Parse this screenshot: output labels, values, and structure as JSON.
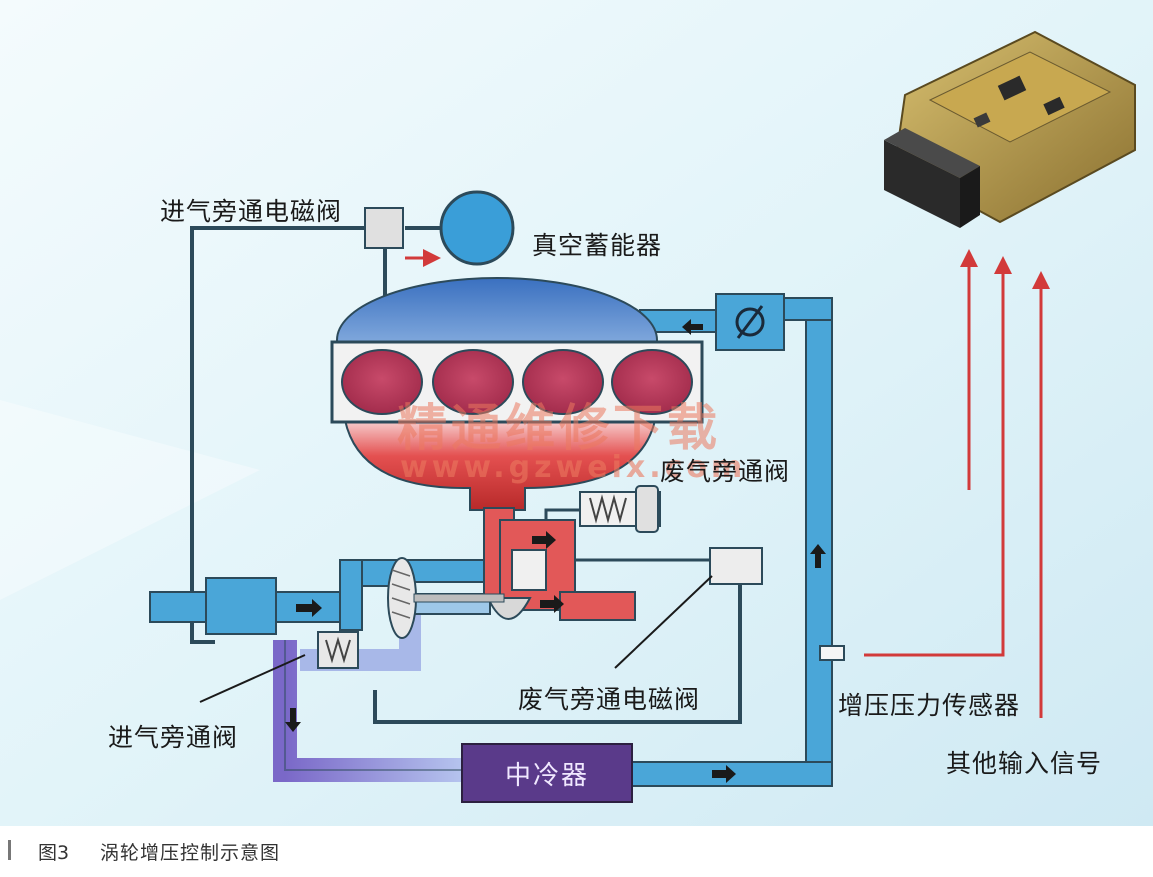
{
  "labels": {
    "intake_bypass_solenoid": "进气旁通电磁阀",
    "vacuum_accumulator": "真空蓄能器",
    "wastegate_valve": "废气旁通阀",
    "wastegate_solenoid": "废气旁通电磁阀",
    "intake_bypass_valve": "进气旁通阀",
    "intercooler": "中冷器",
    "boost_pressure_sensor": "增压压力传感器",
    "other_inputs": "其他输入信号"
  },
  "watermark": {
    "line1": "精通维修下载",
    "line2": "www.gzweix.com"
  },
  "caption": {
    "figure_number": "图3",
    "title": "涡轮增压控制示意图"
  },
  "colors": {
    "pipe_blue": "#4aa6d8",
    "exhaust_red": "#d84a4a",
    "cylinder_red": "#b83a5a",
    "intercooler_purple": "#5a3a8a",
    "signal_arrow": "#d23a3a",
    "ecu_gold": "#b8a050",
    "background_sky": "#dff3f8"
  },
  "icons": [
    "throttle-icon",
    "ecu-board-icon",
    "flow-arrow-icon",
    "signal-arrow-icon"
  ]
}
